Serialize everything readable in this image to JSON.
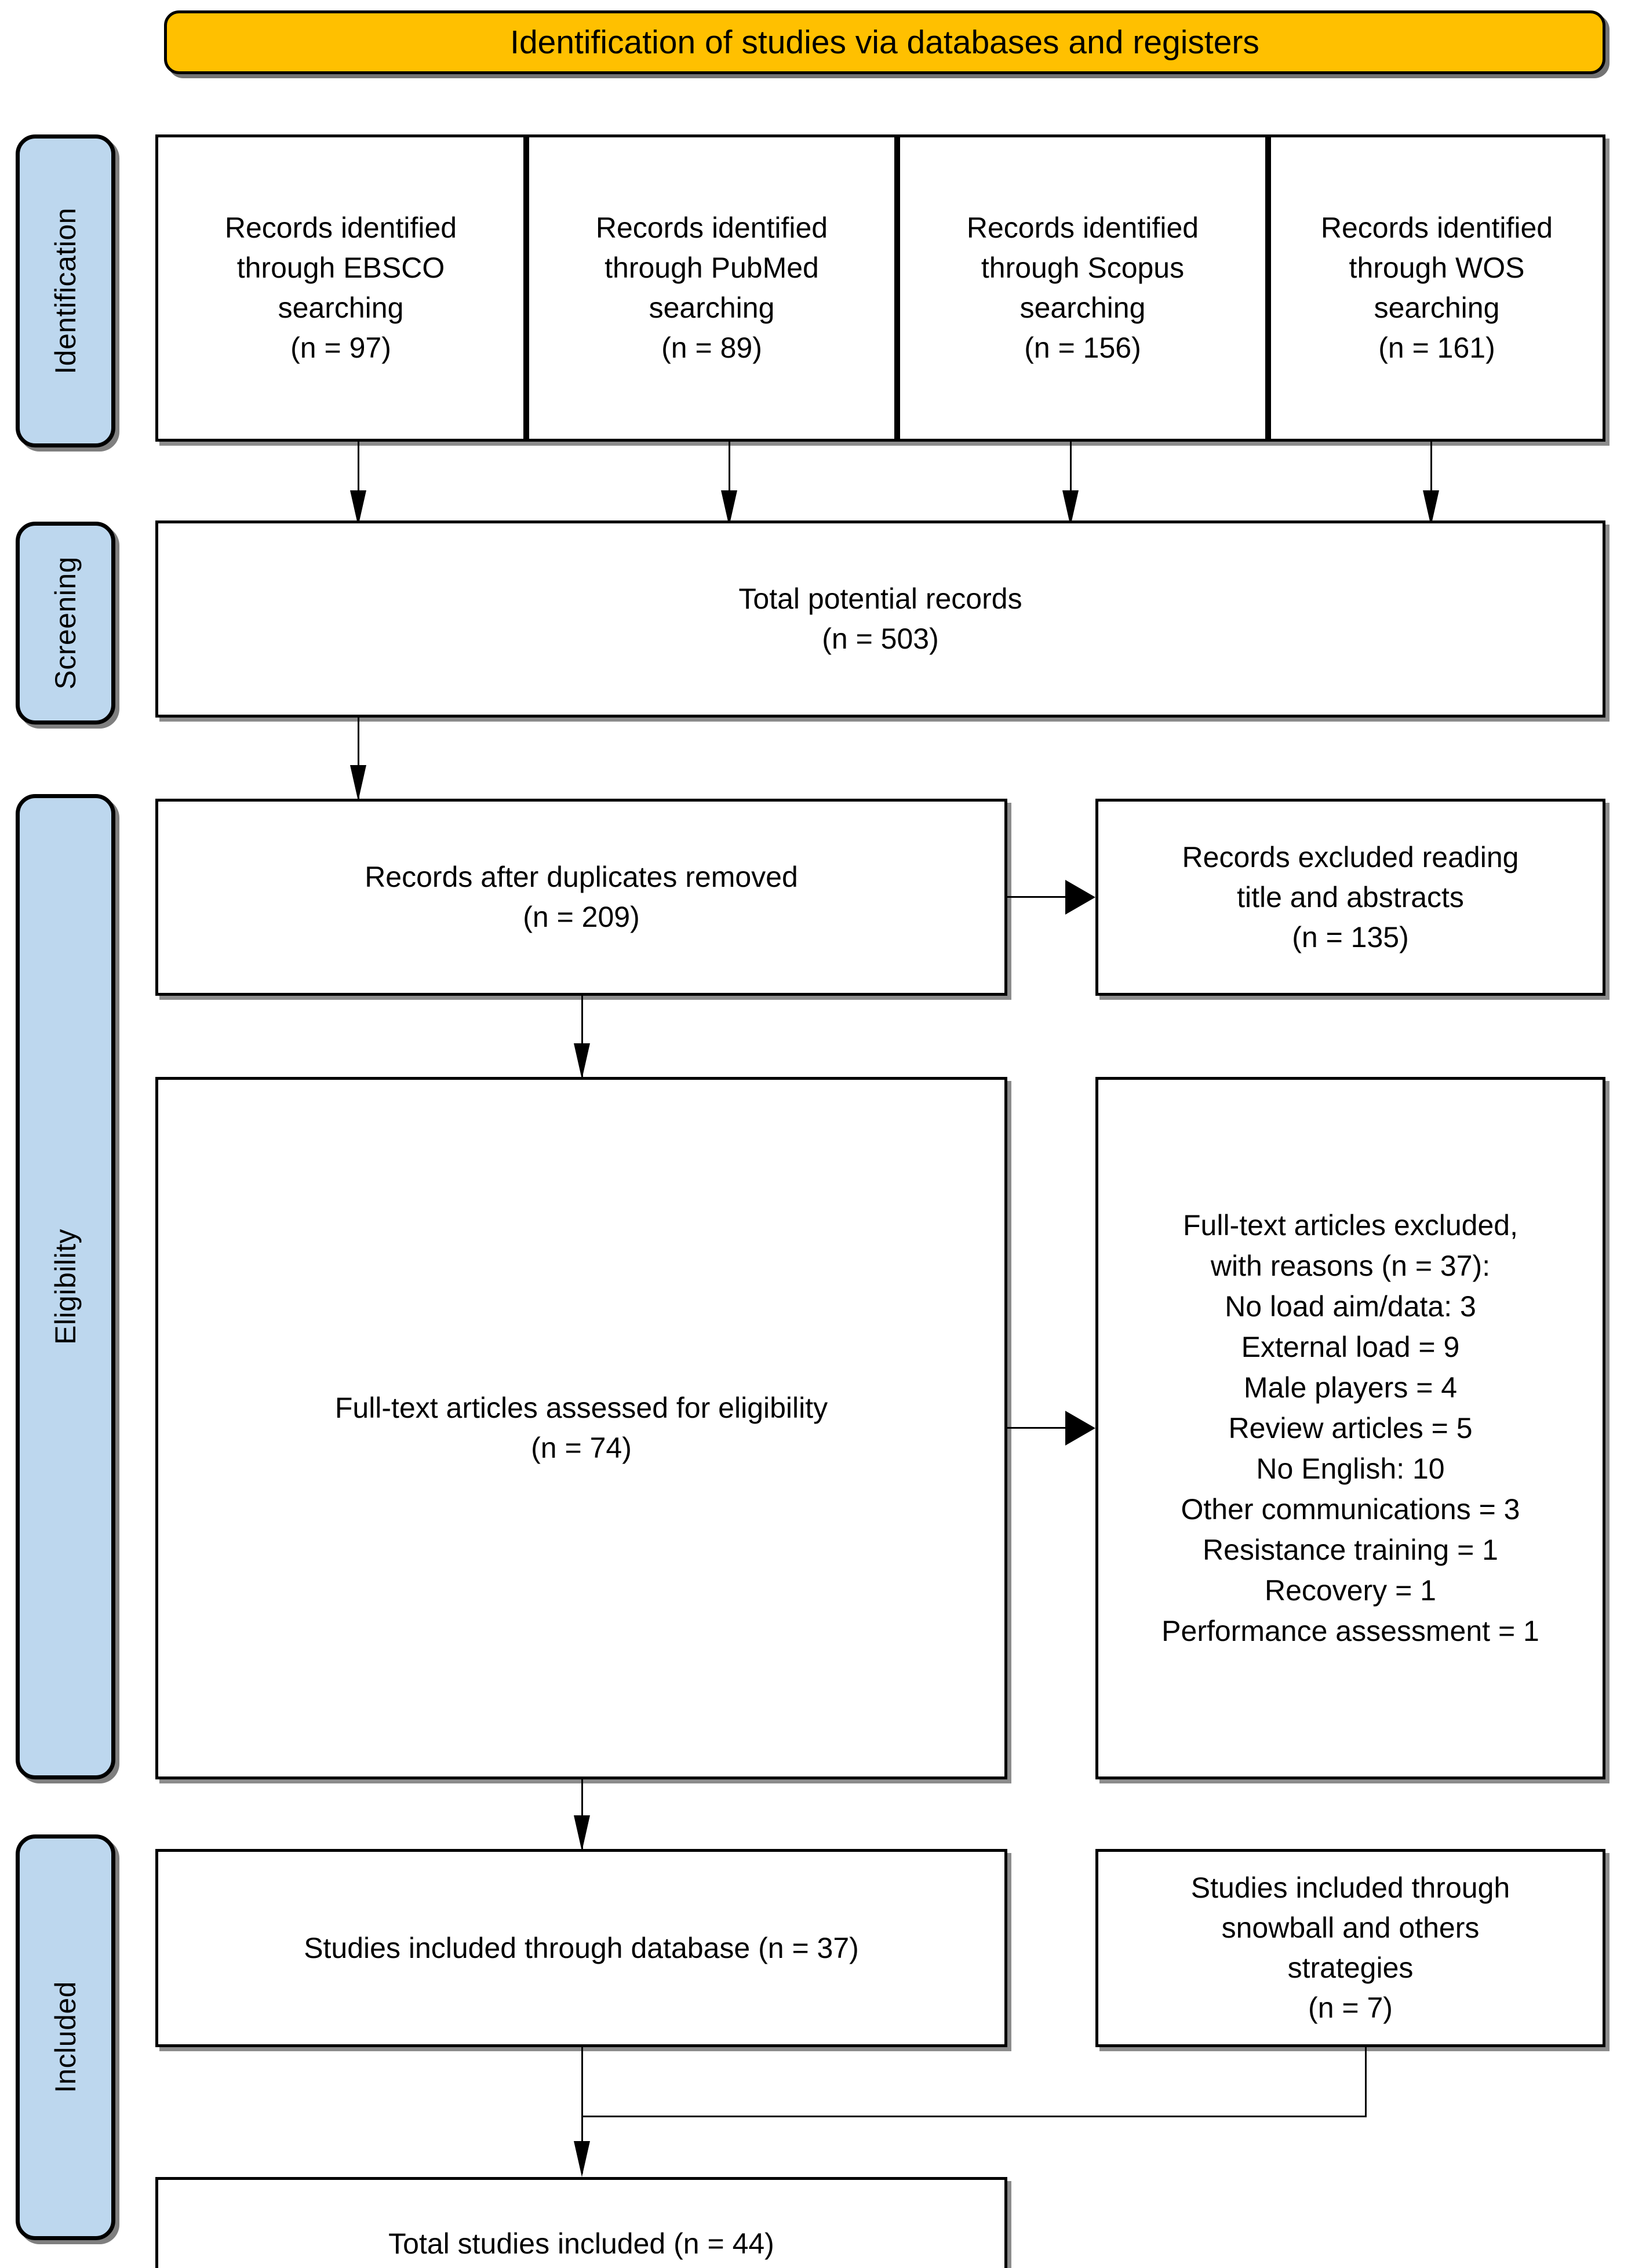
{
  "banner": {
    "title": "Identification of studies via databases and registers",
    "bg_color": "#FFC000"
  },
  "stages": {
    "tab_color": "#BDD7EE",
    "items": [
      {
        "label": "Identification"
      },
      {
        "label": "Screening"
      },
      {
        "label": "Eligibility"
      },
      {
        "label": "Included"
      }
    ]
  },
  "identification": {
    "sources": [
      {
        "line1": "Records identified",
        "line2": "through EBSCO",
        "line3": "searching",
        "count": "(n = 97)"
      },
      {
        "line1": "Records identified",
        "line2": "through PubMed",
        "line3": "searching",
        "count": "(n = 89)"
      },
      {
        "line1": "Records identified",
        "line2": "through Scopus",
        "line3": "searching",
        "count": "(n = 156)"
      },
      {
        "line1": "Records identified",
        "line2": "through WOS",
        "line3": "searching",
        "count": "(n = 161)"
      }
    ]
  },
  "screening": {
    "total_records": {
      "line1": "Total potential records",
      "count": "(n = 503)"
    },
    "after_duplicates": {
      "line1": "Records after duplicates removed",
      "count": "(n = 209)"
    },
    "excluded_titles": {
      "line1": "Records excluded reading",
      "line2": "title and abstracts",
      "count": "(n = 135)"
    }
  },
  "eligibility": {
    "assessed": {
      "line1": "Full-text articles assessed for eligibility",
      "count": "(n = 74)"
    },
    "excluded": {
      "heading1": "Full-text articles excluded,",
      "heading2": "with reasons (n = 37):",
      "reasons": [
        "No load aim/data: 3",
        "External load = 9",
        "Male players = 4",
        "Review articles = 5",
        "No English: 10",
        "Other communications = 3",
        "Resistance training = 1",
        "Recovery = 1",
        "Performance assessment = 1"
      ]
    }
  },
  "included": {
    "database": {
      "line1": "Studies included through database (n = 37)"
    },
    "snowball": {
      "line1": "Studies included through",
      "line2": "snowball and others",
      "line3": "strategies",
      "count": "(n = 7)"
    },
    "total": {
      "line1": "Total studies included (n = 44)"
    }
  }
}
